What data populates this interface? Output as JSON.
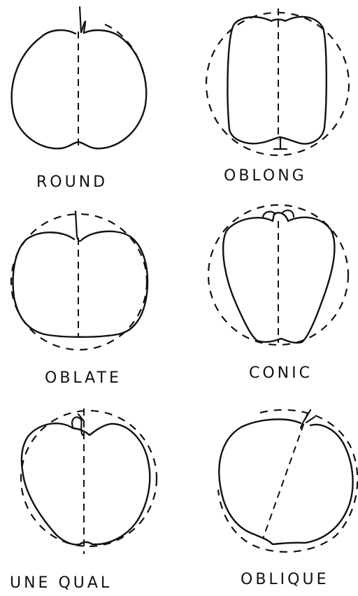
{
  "shapes": [
    {
      "id": "round",
      "label": "ROUND"
    },
    {
      "id": "oblong",
      "label": "OBLONG"
    },
    {
      "id": "oblate",
      "label": "OBLATE"
    },
    {
      "id": "conic",
      "label": "CONIC"
    },
    {
      "id": "unequal",
      "label": "UNE QUAL"
    },
    {
      "id": "oblique",
      "label": "OBLIQUE"
    }
  ]
}
